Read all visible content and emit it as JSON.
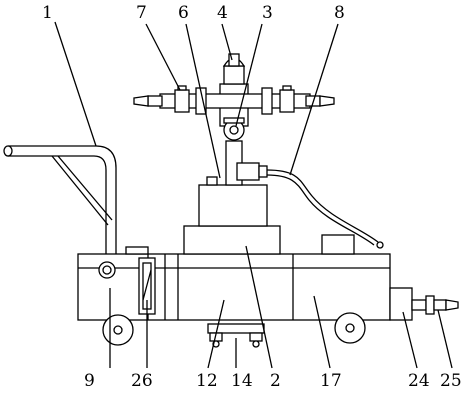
{
  "diagram": {
    "labels": {
      "l1": "1",
      "l7": "7",
      "l6": "6",
      "l4": "4",
      "l3": "3",
      "l8": "8",
      "l9": "9",
      "l26": "26",
      "l12": "12",
      "l14": "14",
      "l2": "2",
      "l17": "17",
      "l24": "24",
      "l25": "25"
    }
  }
}
